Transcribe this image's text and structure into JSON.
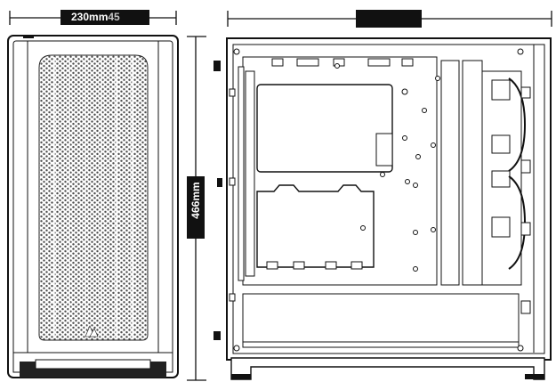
{
  "dimensions": {
    "width_label": "230mm",
    "width_overlap_text": "45",
    "height_label": "466mm",
    "depth_label": ""
  },
  "colors": {
    "line": "#111111",
    "label_bg": "#111111",
    "label_text": "#ffffff",
    "panel_fill": "#ffffff",
    "mesh": "#555555"
  },
  "icons": {
    "front_logo": "corsair-sails-logo"
  }
}
